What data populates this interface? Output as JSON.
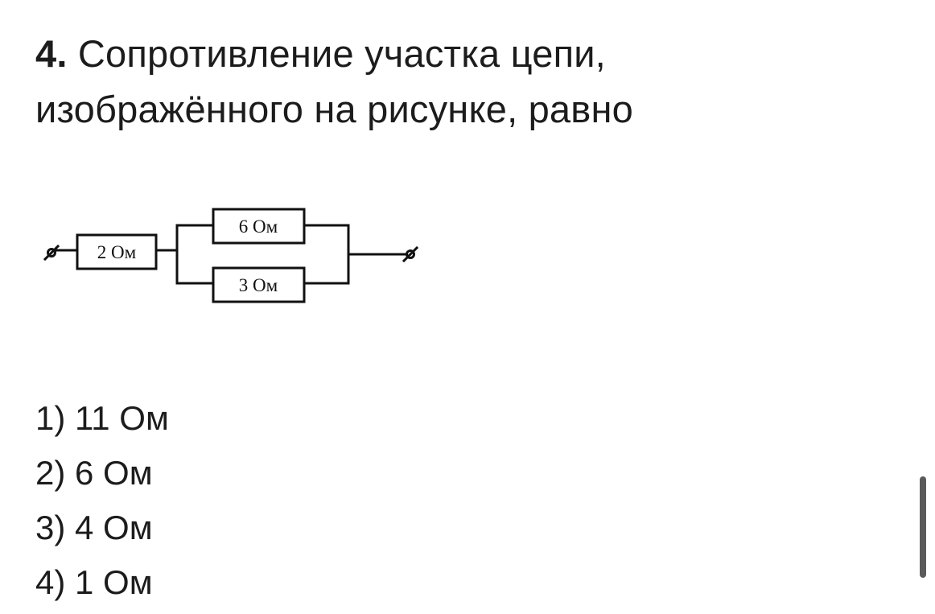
{
  "question": {
    "number": "4.",
    "line1": "Сопротивление участка цепи,",
    "line2": "изображённого на рисунке, равно"
  },
  "circuit": {
    "resistor_series": "2 Ом",
    "resistor_top": "6 Ом",
    "resistor_bottom": "3 Ом",
    "stroke_color": "#111111"
  },
  "answers": [
    "1) 11 Ом",
    "2) 6 Ом",
    "3) 4 Ом",
    "4) 1 Ом"
  ],
  "scrollbar": {
    "color": "#5a5a5a"
  }
}
